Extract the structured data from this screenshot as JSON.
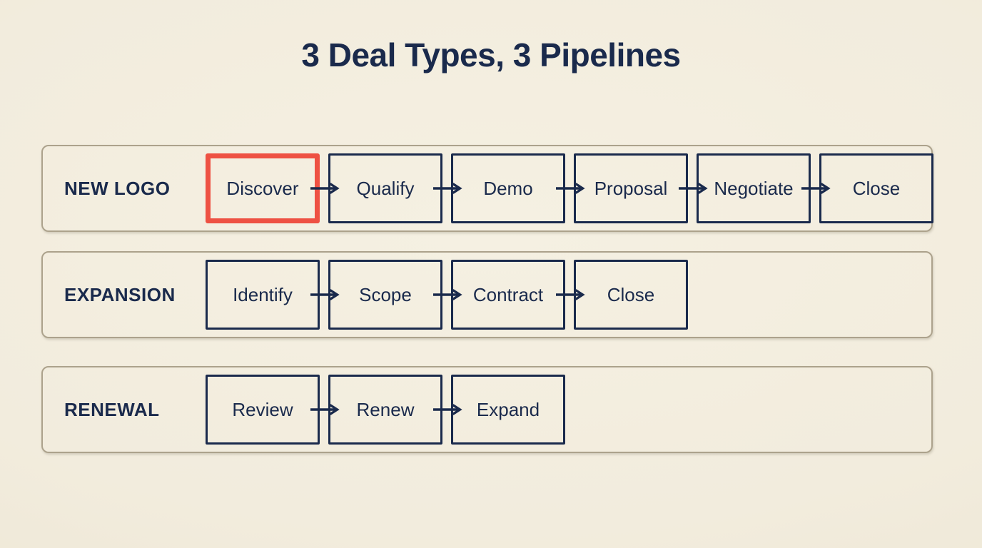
{
  "title": "3 Deal Types, 3 Pipelines",
  "colors": {
    "background": "#f2ecdd",
    "ink": "#1a2a4c",
    "highlight": "#ee5143",
    "row_border": "#aca28c"
  },
  "pipelines": [
    {
      "id": "new-logo",
      "label": "NEW LOGO",
      "stages": [
        {
          "name": "Discover",
          "highlighted": true
        },
        {
          "name": "Qualify",
          "highlighted": false
        },
        {
          "name": "Demo",
          "highlighted": false
        },
        {
          "name": "Proposal",
          "highlighted": false
        },
        {
          "name": "Negotiate",
          "highlighted": false
        },
        {
          "name": "Close",
          "highlighted": false
        }
      ]
    },
    {
      "id": "expansion",
      "label": "EXPANSION",
      "stages": [
        {
          "name": "Identify",
          "highlighted": false
        },
        {
          "name": "Scope",
          "highlighted": false
        },
        {
          "name": "Contract",
          "highlighted": false
        },
        {
          "name": "Close",
          "highlighted": false
        }
      ]
    },
    {
      "id": "renewal",
      "label": "RENEWAL",
      "stages": [
        {
          "name": "Review",
          "highlighted": false
        },
        {
          "name": "Renew",
          "highlighted": false
        },
        {
          "name": "Expand",
          "highlighted": false
        }
      ]
    }
  ]
}
